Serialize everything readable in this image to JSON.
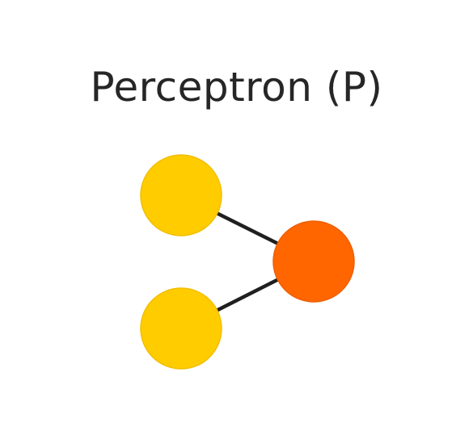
{
  "diagram": {
    "title": "Perceptron (P)",
    "colors": {
      "input_node": "#FFCC00",
      "input_node_edge": "#F2BE00",
      "output_node": "#FF6600",
      "output_node_edge": "#F05E00",
      "connection": "#1f1f1f"
    },
    "nodes": [
      {
        "id": "input-1",
        "role": "input"
      },
      {
        "id": "input-2",
        "role": "input"
      },
      {
        "id": "output",
        "role": "output"
      }
    ],
    "connections": [
      {
        "from": "input-1",
        "to": "output"
      },
      {
        "from": "input-2",
        "to": "output"
      }
    ]
  }
}
